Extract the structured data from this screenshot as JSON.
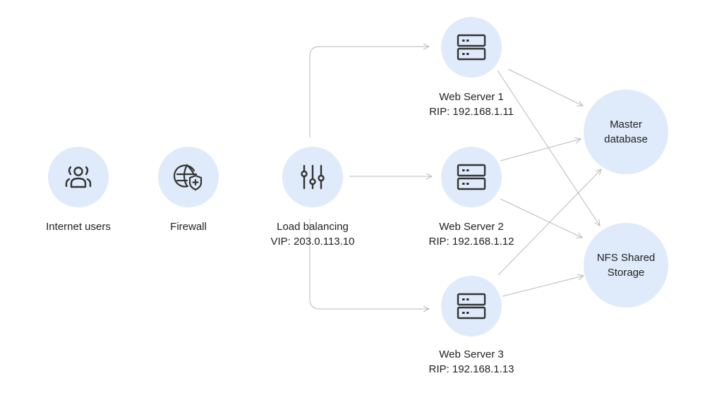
{
  "colors": {
    "node_fill": "#dfebfb",
    "icon_stroke": "#333333",
    "edge_stroke": "#b9b9b9",
    "text": "#222222"
  },
  "nodes": {
    "internet_users": {
      "label": "Internet users",
      "icon": "users-icon"
    },
    "firewall": {
      "label": "Firewall",
      "icon": "globe-shield-icon"
    },
    "load_balancer": {
      "label": "Load balancing",
      "sublabel": "VIP: 203.0.113.10",
      "icon": "sliders-icon"
    },
    "web_server_1": {
      "label": "Web Server 1",
      "sublabel": "RIP: 192.168.1.11",
      "icon": "server-icon"
    },
    "web_server_2": {
      "label": "Web Server 2",
      "sublabel": "RIP: 192.168.1.12",
      "icon": "server-icon"
    },
    "web_server_3": {
      "label": "Web Server 3",
      "sublabel": "RIP: 192.168.1.13",
      "icon": "server-icon"
    },
    "master_db": {
      "line1": "Master",
      "line2": "database"
    },
    "nfs_storage": {
      "line1": "NFS Shared",
      "line2": "Storage"
    }
  },
  "edges": [
    {
      "from": "load_balancer",
      "to": "web_server_1"
    },
    {
      "from": "load_balancer",
      "to": "web_server_2"
    },
    {
      "from": "load_balancer",
      "to": "web_server_3"
    },
    {
      "from": "web_server_1",
      "to": "master_db"
    },
    {
      "from": "web_server_1",
      "to": "nfs_storage"
    },
    {
      "from": "web_server_2",
      "to": "master_db"
    },
    {
      "from": "web_server_2",
      "to": "nfs_storage"
    },
    {
      "from": "web_server_3",
      "to": "master_db"
    },
    {
      "from": "web_server_3",
      "to": "nfs_storage"
    }
  ]
}
